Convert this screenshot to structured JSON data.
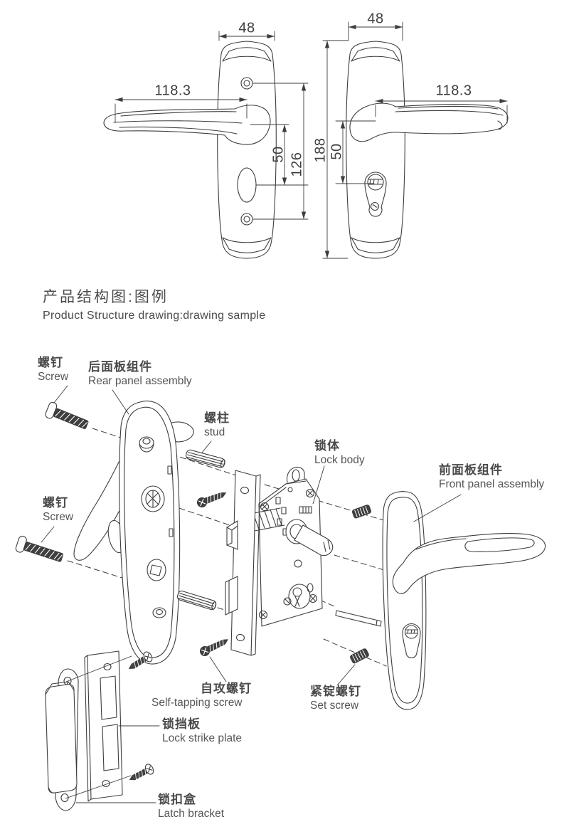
{
  "meta": {
    "background": "#ffffff",
    "line_color": "#3d3d3d",
    "text_color": "#4a4a4a"
  },
  "title": {
    "cn": "产品结构图:图例",
    "en": "Product Structure drawing:drawing sample"
  },
  "dims": {
    "left_width": "48",
    "left_handle_len": "118.3",
    "left_upper": "50",
    "left_lower": "126",
    "right_width": "48",
    "right_handle_len": "118.3",
    "right_height": "188",
    "right_inner": "50"
  },
  "parts": [
    {
      "cn": "螺钉",
      "en": "Screw"
    },
    {
      "cn": "后面板组件",
      "en": "Rear panel assembly"
    },
    {
      "cn": "螺柱",
      "en": "stud"
    },
    {
      "cn": "锁体",
      "en": "Lock body"
    },
    {
      "cn": "前面板组件",
      "en": "Front panel assembly"
    },
    {
      "cn": "螺钉",
      "en": "Screw"
    },
    {
      "cn": "自攻螺钉",
      "en": "Self-tapping screw"
    },
    {
      "cn": "紧锭螺钉",
      "en": "Set screw"
    },
    {
      "cn": "锁挡板",
      "en": "Lock strike plate"
    },
    {
      "cn": "锁扣盒",
      "en": "Latch bracket"
    }
  ]
}
